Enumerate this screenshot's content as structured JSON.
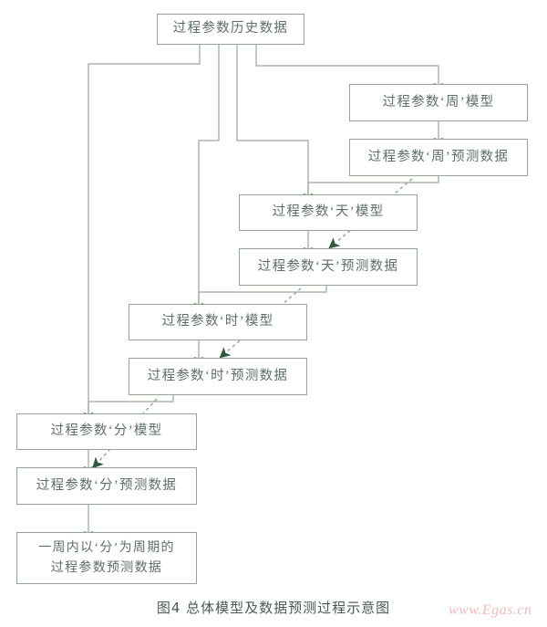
{
  "figure": {
    "caption": "图4  总体模型及数据预测过程示意图",
    "watermark": "www.Egas.cn",
    "colors": {
      "box_border": "#93a593",
      "box_fill": "#ffffff",
      "text": "#5d6f63",
      "connector_line": "#9aab9a",
      "arrow_head": "#2d5a3d",
      "dashed_line": "#8fa08f",
      "caption_text": "#4a5a50",
      "watermark_text": "#f0b9bb"
    }
  },
  "nodes": [
    {
      "id": "history",
      "label": "过程参数历史数据",
      "lines": [
        "过程参数历史数据"
      ]
    },
    {
      "id": "week-model",
      "label": "过程参数‘周’模型",
      "lines": [
        "过程参数‘周’模型"
      ]
    },
    {
      "id": "week-pred",
      "label": "过程参数‘周’预测数据",
      "lines": [
        "过程参数‘周’预测数据"
      ]
    },
    {
      "id": "day-model",
      "label": "过程参数‘天’模型",
      "lines": [
        "过程参数‘天’模型"
      ]
    },
    {
      "id": "day-pred",
      "label": "过程参数‘天’预测数据",
      "lines": [
        "过程参数‘天’预测数据"
      ]
    },
    {
      "id": "hour-model",
      "label": "过程参数‘时’模型",
      "lines": [
        "过程参数‘时’模型"
      ]
    },
    {
      "id": "hour-pred",
      "label": "过程参数‘时’预测数据",
      "lines": [
        "过程参数‘时’预测数据"
      ]
    },
    {
      "id": "minute-model",
      "label": "过程参数‘分’模型",
      "lines": [
        "过程参数‘分’模型"
      ]
    },
    {
      "id": "minute-pred",
      "label": "过程参数‘分’预测数据",
      "lines": [
        "过程参数‘分’预测数据"
      ]
    },
    {
      "id": "final-output",
      "label": "一周内以‘分’为周期的过程参数预测数据",
      "lines": [
        "一周内以‘分’为周期的",
        "过程参数预测数据"
      ]
    }
  ],
  "edges": [
    {
      "from": "history",
      "to": "week-model",
      "style": "solid"
    },
    {
      "from": "history",
      "to": "day-model",
      "style": "solid"
    },
    {
      "from": "history",
      "to": "hour-model",
      "style": "solid"
    },
    {
      "from": "history",
      "to": "minute-model",
      "style": "solid"
    },
    {
      "from": "week-model",
      "to": "week-pred",
      "style": "solid"
    },
    {
      "from": "week-pred",
      "to": "day-model",
      "style": "solid"
    },
    {
      "from": "week-pred",
      "to": "day-pred",
      "style": "dashed"
    },
    {
      "from": "day-model",
      "to": "day-pred",
      "style": "solid"
    },
    {
      "from": "day-pred",
      "to": "hour-model",
      "style": "solid"
    },
    {
      "from": "day-pred",
      "to": "hour-pred",
      "style": "dashed"
    },
    {
      "from": "hour-model",
      "to": "hour-pred",
      "style": "solid"
    },
    {
      "from": "hour-pred",
      "to": "minute-model",
      "style": "solid"
    },
    {
      "from": "hour-pred",
      "to": "minute-pred",
      "style": "dashed"
    },
    {
      "from": "minute-model",
      "to": "minute-pred",
      "style": "solid"
    },
    {
      "from": "minute-pred",
      "to": "final-output",
      "style": "solid"
    }
  ]
}
